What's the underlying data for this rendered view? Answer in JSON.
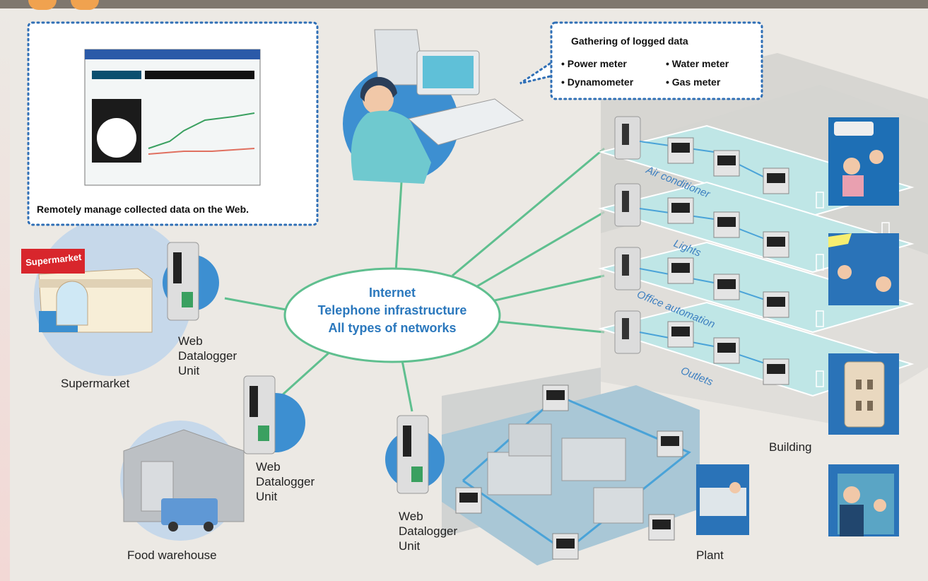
{
  "remote_box": {
    "caption": "Remotely manage collected data on the Web."
  },
  "data_box": {
    "title": "Gathering of logged data",
    "items": [
      "• Power meter",
      "• Water meter",
      "• Dynamometer",
      "• Gas meter"
    ]
  },
  "network": {
    "lines": [
      "Internet",
      "Telephone infrastructure",
      "All types of networks"
    ]
  },
  "sites": {
    "supermarket": {
      "sign": "Supermarket",
      "label": "Supermarket",
      "unit_label": [
        "Web",
        "Datalogger",
        "Unit"
      ]
    },
    "warehouse": {
      "label": "Food warehouse",
      "unit_label": [
        "Web",
        "Datalogger",
        "Unit"
      ]
    },
    "plant": {
      "label": "Plant",
      "unit_label": [
        "Web",
        "Datalogger",
        "Unit"
      ]
    },
    "building": {
      "label": "Building"
    }
  },
  "floors": [
    "Air conditioner",
    "Lights",
    "Office automation",
    "Outlets"
  ],
  "colors": {
    "link": "#5fbf8f",
    "accent": "#2b78bd",
    "dotted": "#2f6fb6",
    "circle": "#3d8fd1",
    "floor": "#bfe6e6"
  }
}
